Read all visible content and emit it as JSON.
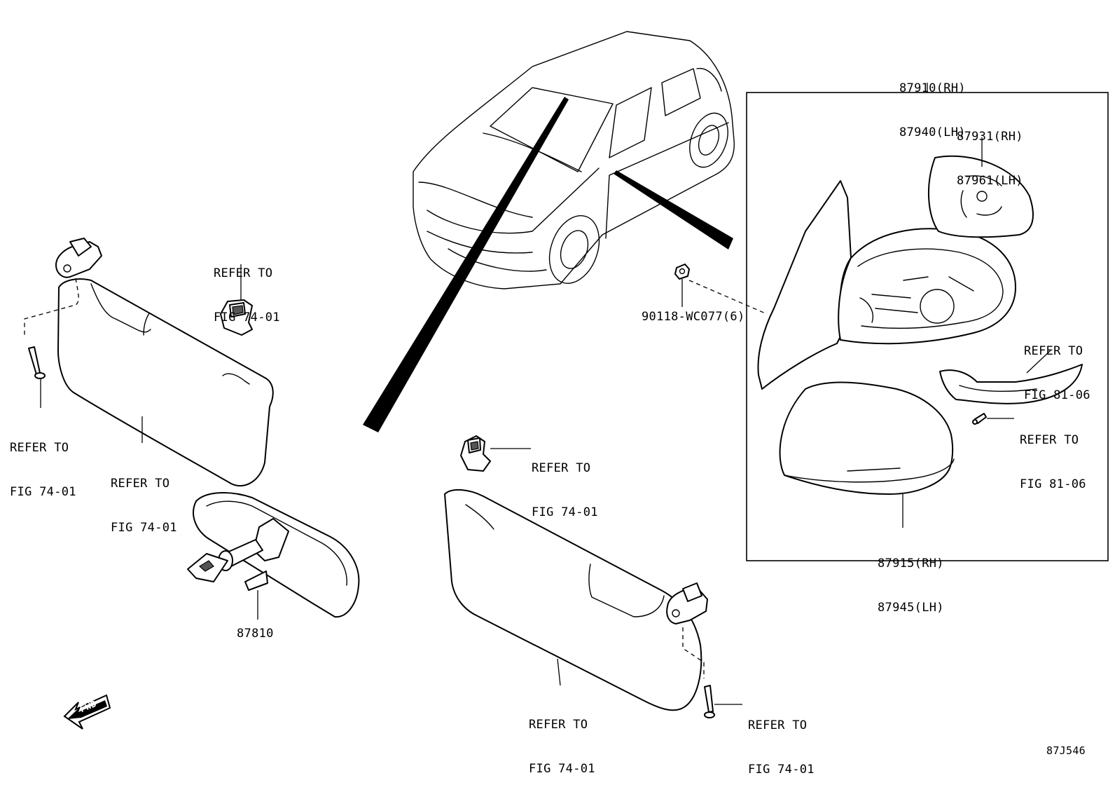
{
  "diagram_code": "87J546",
  "fwd_label": "FWD",
  "labels": {
    "mirror_assy_rh": "87910(RH)",
    "mirror_assy_lh": "87940(LH)",
    "mirror_glass_rh": "87931(RH)",
    "mirror_glass_lh": "87961(LH)",
    "mirror_cover_rh": "87915(RH)",
    "mirror_cover_lh": "87945(LH)",
    "nut": "90118-WC077(6)",
    "inner_mirror": "87810",
    "refer_turn_lamp": [
      "REFER TO",
      "FIG 81-06"
    ],
    "refer_turn_screw": [
      "REFER TO",
      "FIG 81-06"
    ],
    "refer_holder_top": [
      "REFER TO",
      "FIG 74-01"
    ],
    "refer_screw_left": [
      "REFER TO",
      "FIG 74-01"
    ],
    "refer_visor_left": [
      "REFER TO",
      "FIG 74-01"
    ],
    "refer_holder_mid": [
      "REFER TO",
      "FIG 74-01"
    ],
    "refer_visor_right": [
      "REFER TO",
      "FIG 74-01"
    ],
    "refer_screw_right": [
      "REFER TO",
      "FIG 74-01"
    ]
  }
}
